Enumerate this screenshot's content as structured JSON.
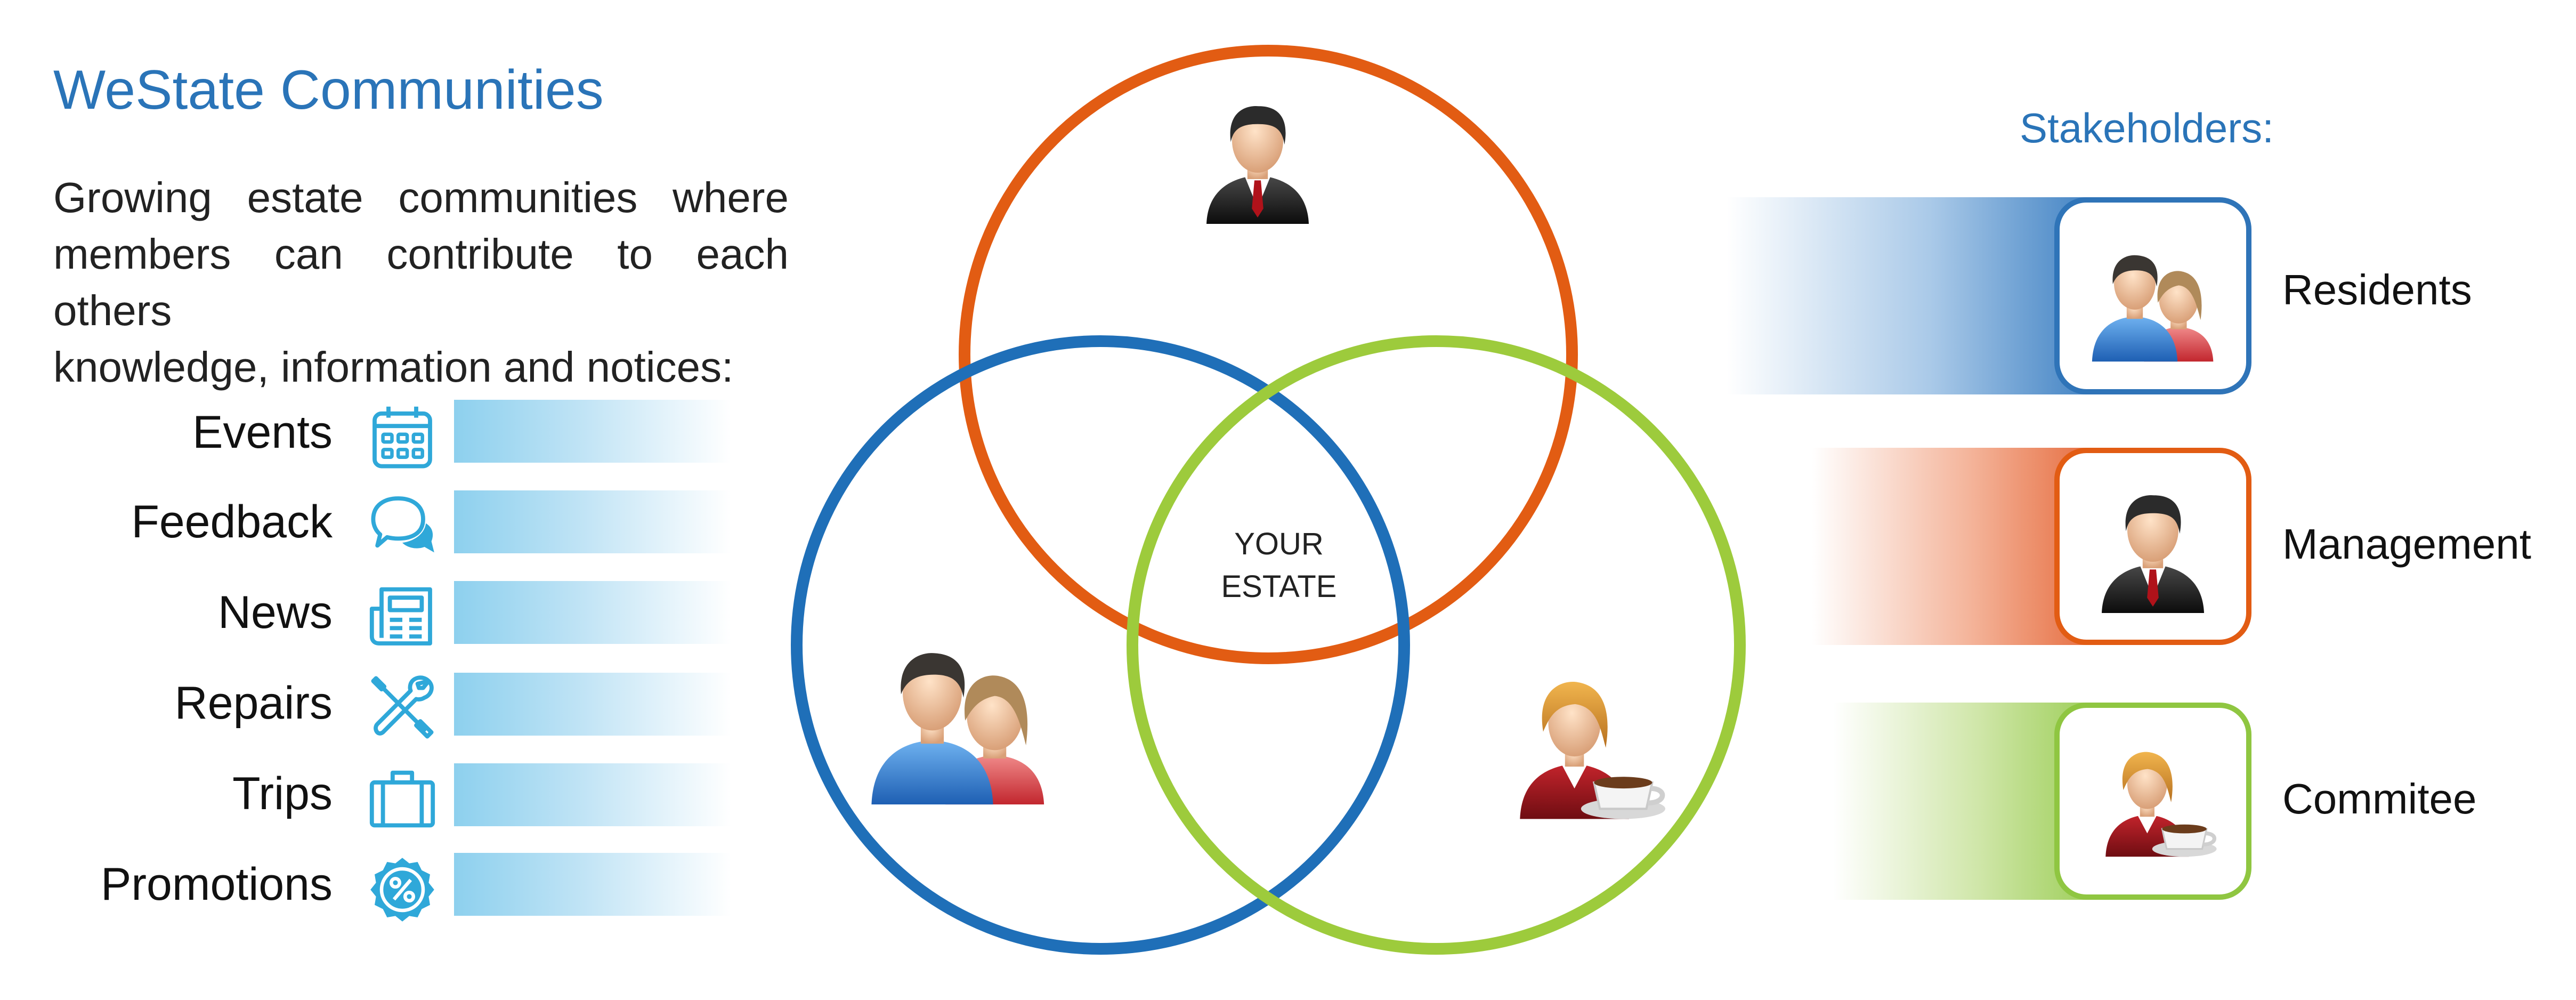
{
  "title": "WeState Communities",
  "description_lines": [
    "Growing estate communities where",
    "members can contribute to each others",
    "knowledge, information and notices:"
  ],
  "features": [
    {
      "label": "Events",
      "icon": "calendar-icon"
    },
    {
      "label": "Feedback",
      "icon": "speech-bubbles-icon"
    },
    {
      "label": "News",
      "icon": "newspaper-icon"
    },
    {
      "label": "Repairs",
      "icon": "tools-icon"
    },
    {
      "label": "Trips",
      "icon": "suitcase-icon"
    },
    {
      "label": "Promotions",
      "icon": "percent-badge-icon"
    }
  ],
  "venn": {
    "center_line1": "YOUR",
    "center_line2": "ESTATE",
    "colors": {
      "management": "#e25c13",
      "residents": "#1f6fb8",
      "committee": "#9dcb3c"
    }
  },
  "stakeholders_title": "Stakeholders:",
  "stakeholders": [
    {
      "label": "Residents",
      "icon": "residents-couple-icon",
      "color": "#2f74b8"
    },
    {
      "label": "Management",
      "icon": "businessman-icon",
      "color": "#e25c13"
    },
    {
      "label": "Commitee",
      "icon": "businesswoman-coffee-icon",
      "color": "#8fc641"
    }
  ],
  "feature_icon_color": "#2fa8d9"
}
